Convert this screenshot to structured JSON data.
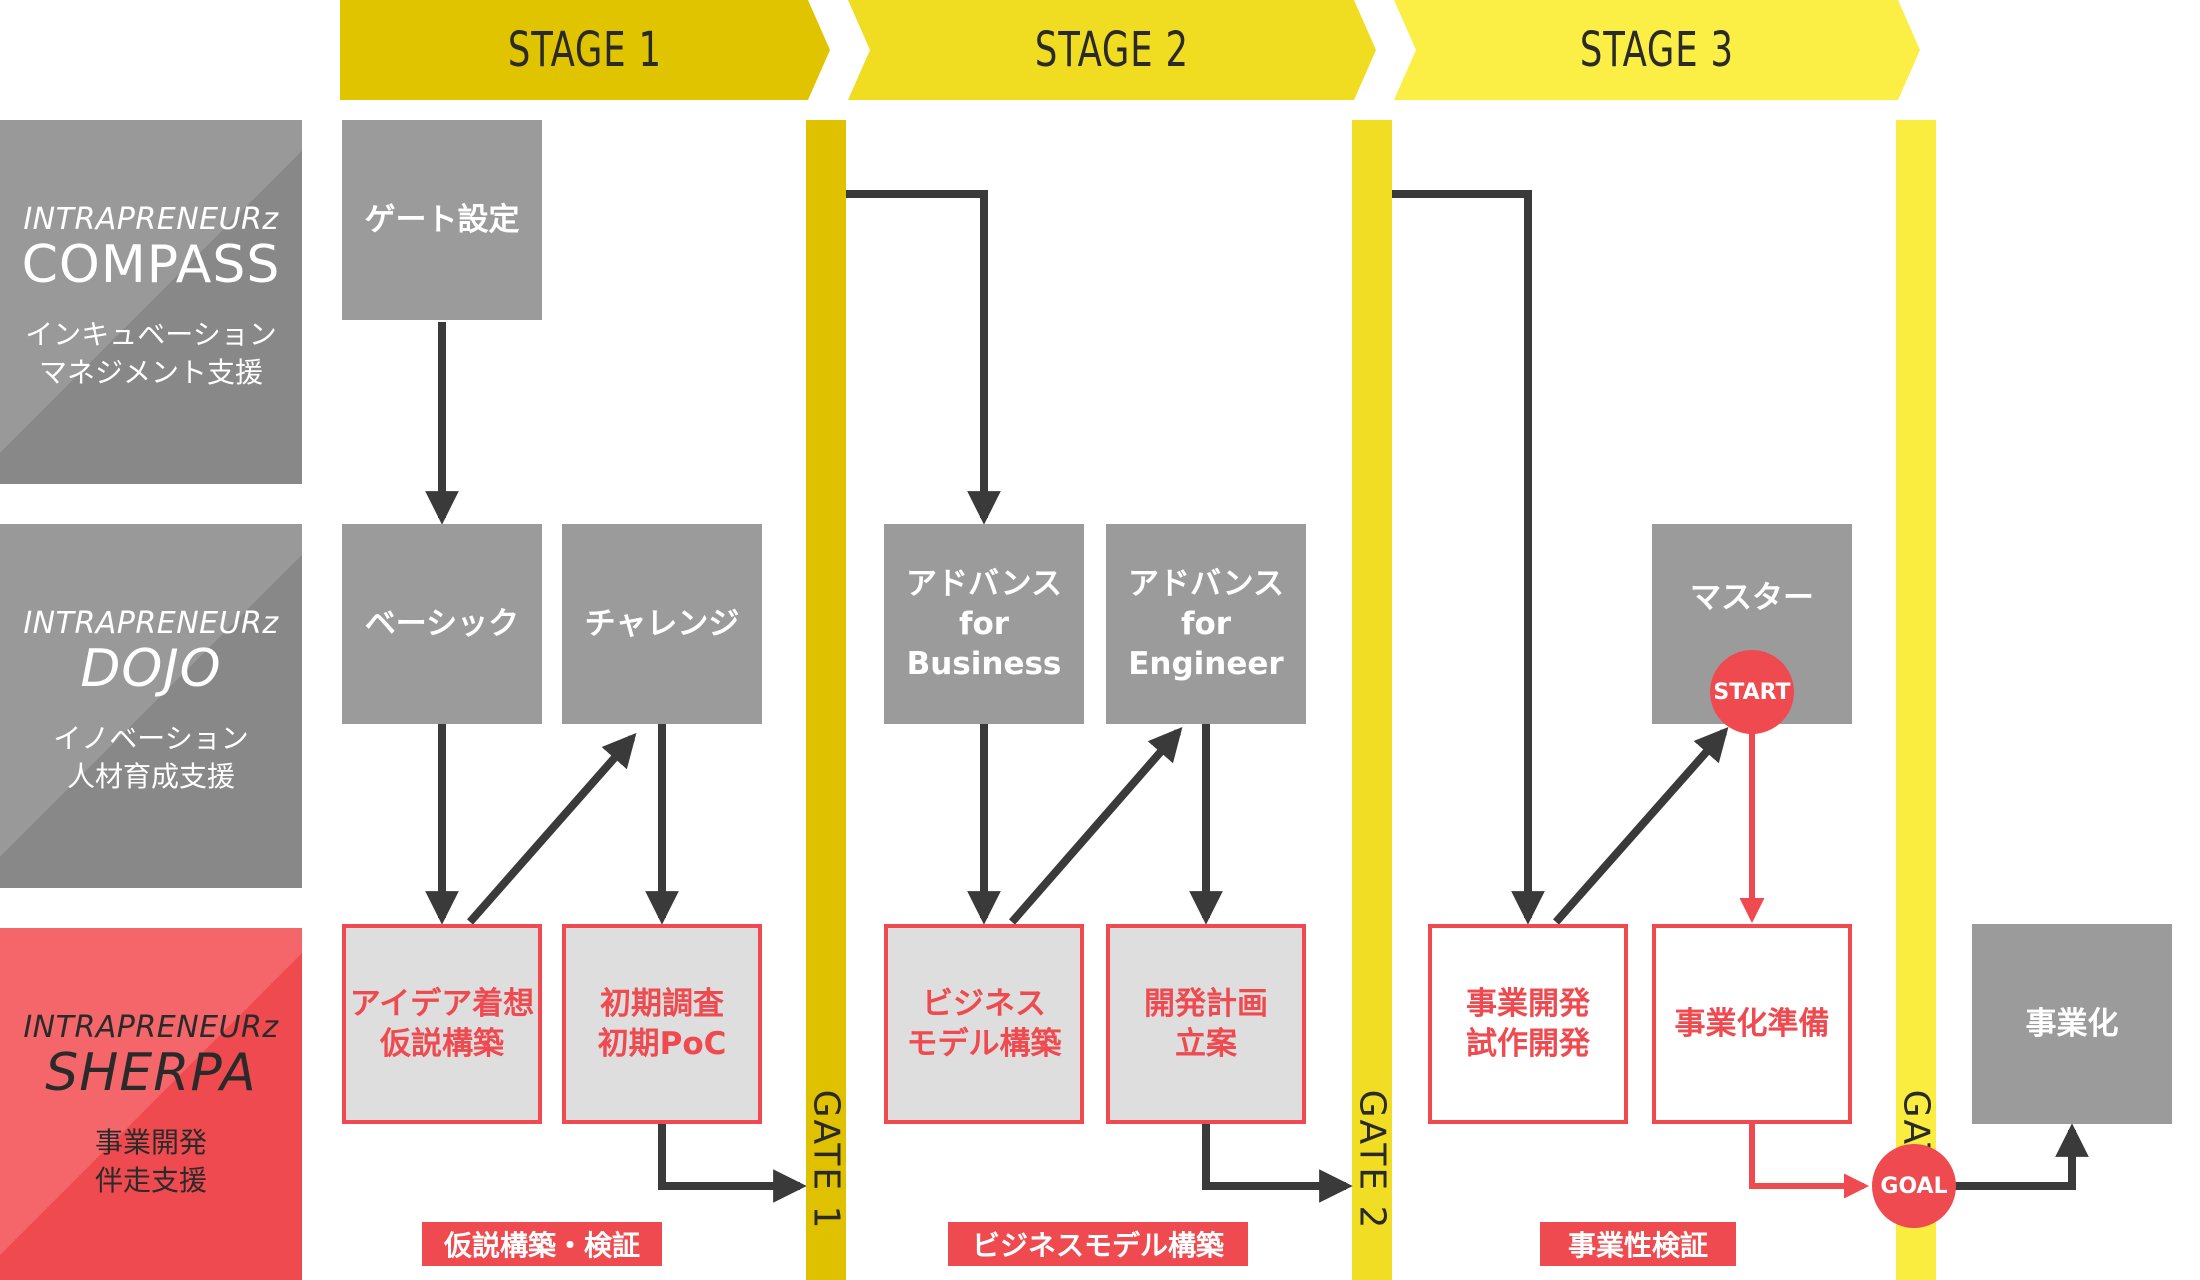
{
  "colors": {
    "stage1": "#e0c400",
    "stage2": "#f0dc20",
    "stage3": "#fbee44",
    "gate1": "#dfc100",
    "gate2": "#f1dd24",
    "gate3": "#faed40",
    "gray_box": "#9b9b9b",
    "accent_red": "#ef4a4f",
    "arrow_dark": "#3a3a3a"
  },
  "stages": [
    {
      "label": "STAGE 1"
    },
    {
      "label": "STAGE 2"
    },
    {
      "label": "STAGE 3"
    }
  ],
  "rows": {
    "compass": {
      "top": "INTRAPRENEURz",
      "big": "COMPASS",
      "sub": "インキュベーション\nマネジメント支援"
    },
    "dojo": {
      "top": "INTRAPRENEURz",
      "big": "DOJO",
      "sub": "イノベーション\n人材育成支援"
    },
    "sherpa": {
      "top": "INTRAPRENEURz",
      "big": "SHERPA",
      "sub": "事業開発\n伴走支援"
    }
  },
  "gates": [
    {
      "label": "GATE 1"
    },
    {
      "label": "GATE 2"
    },
    {
      "label": "GATE 3"
    }
  ],
  "boxes": {
    "gate_setting": "ゲート設定",
    "basic": "ベーシック",
    "challenge": "チャレンジ",
    "advance_business": "アドバンス\nfor Business",
    "advance_engineer": "アドバンス\nfor Engineer",
    "master": "マスター",
    "idea": "アイデア着想\n仮説構築",
    "initial": "初期調査\n初期PoC",
    "business_model": "ビジネス\nモデル構築",
    "dev_plan": "開発計画\n立案",
    "prototype": "事業開発\n試作開発",
    "commercial_prep": "事業化準備",
    "commercialize": "事業化"
  },
  "markers": {
    "start": "START",
    "goal": "GOAL"
  },
  "phase_labels": [
    "仮説構築・検証",
    "ビジネスモデル構築",
    "事業性検証"
  ]
}
